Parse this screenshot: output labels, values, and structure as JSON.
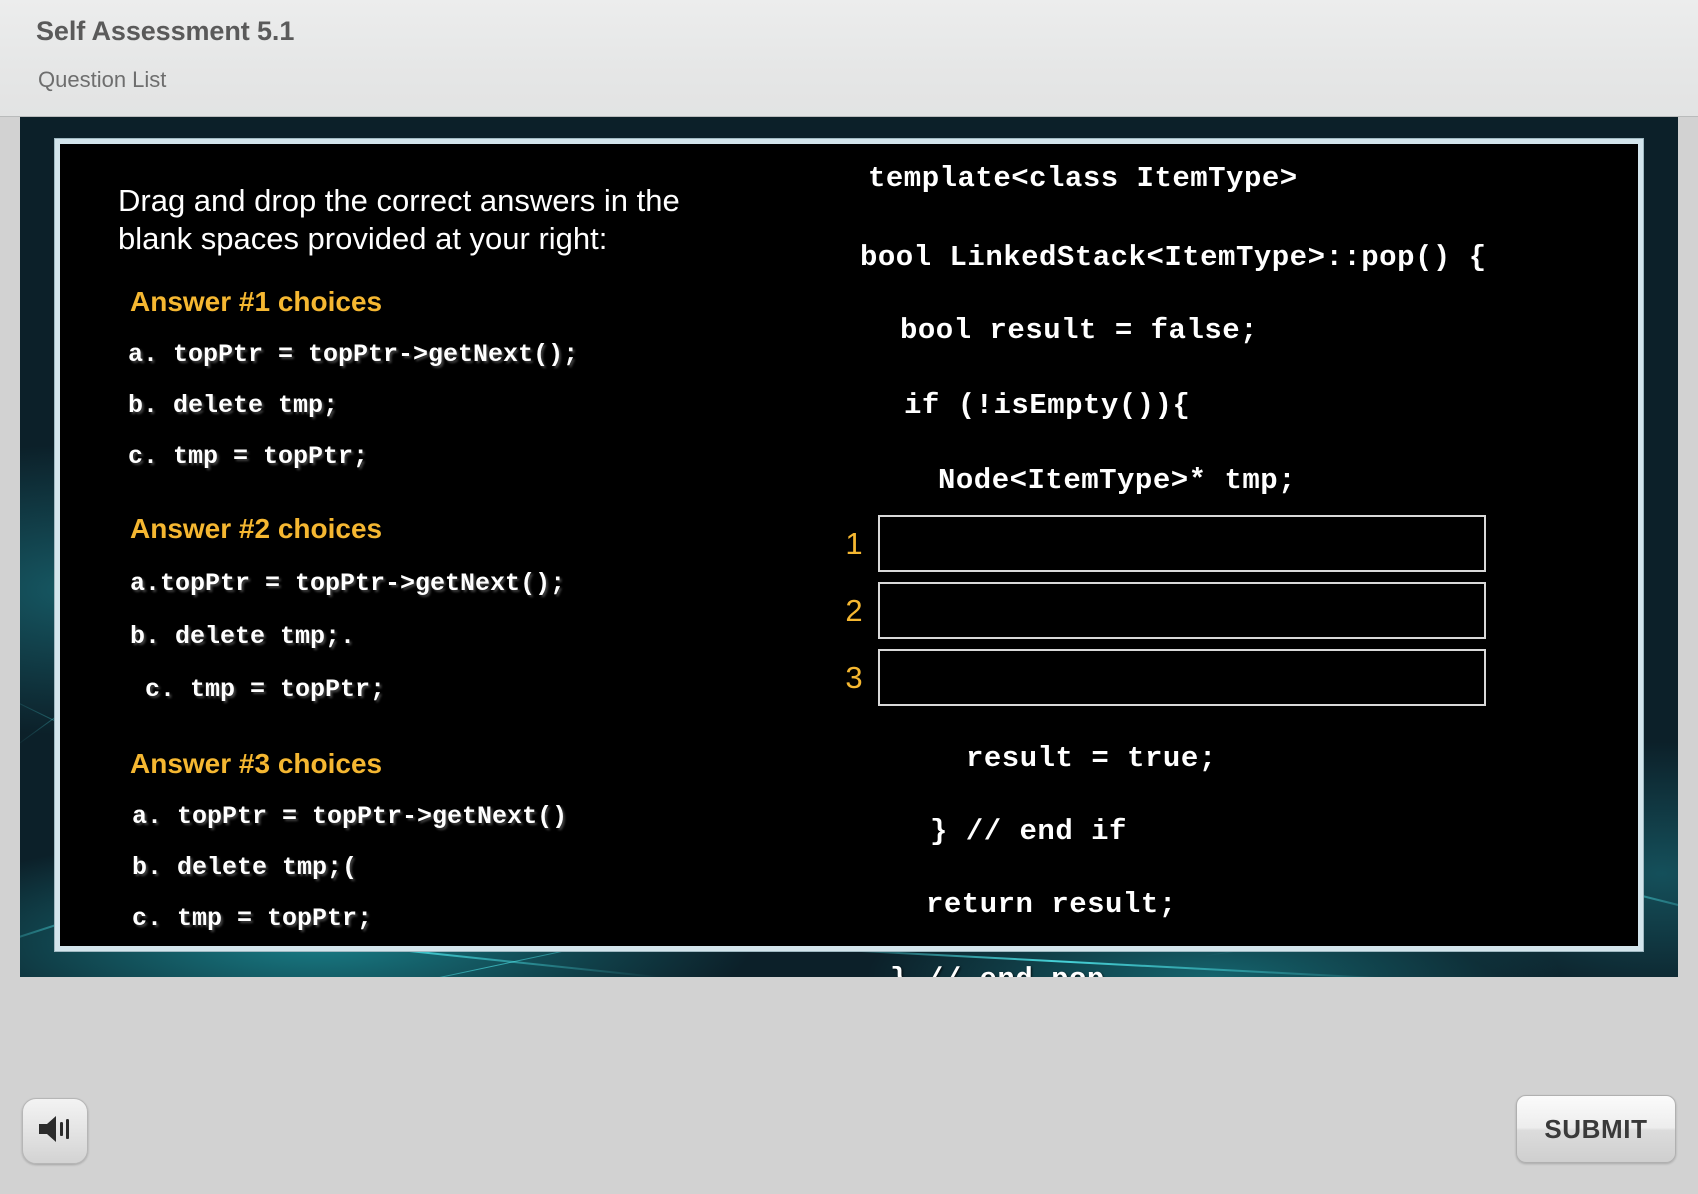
{
  "header": {
    "title": "Self Assessment 5.1",
    "subtitle": "Question List"
  },
  "question": {
    "prompt": "Drag and drop the correct answers in the blank spaces provided at your right:",
    "groups": [
      {
        "heading": "Answer #1 choices",
        "choices": [
          "a. topPtr = topPtr->getNext();",
          "b. delete tmp;",
          "c. tmp = topPtr;"
        ]
      },
      {
        "heading": "Answer #2 choices",
        "choices": [
          "a.topPtr = topPtr->getNext();",
          "b. delete tmp;.",
          " c. tmp = topPtr;"
        ]
      },
      {
        "heading": "Answer #3 choices",
        "choices": [
          "a. topPtr = topPtr->getNext()",
          "b. delete tmp;(",
          "c. tmp = topPtr;"
        ]
      }
    ]
  },
  "code": {
    "lines_before": [
      "template<class ItemType>",
      "bool LinkedStack<ItemType>::pop() {",
      "bool result = false;",
      "if (!isEmpty()){",
      "Node<ItemType>* tmp;"
    ],
    "dropzones": [
      {
        "number": "1",
        "value": ""
      },
      {
        "number": "2",
        "value": ""
      },
      {
        "number": "3",
        "value": ""
      }
    ],
    "lines_after": [
      "result = true;",
      "} // end if",
      "return result;",
      "} // end pop"
    ]
  },
  "footer": {
    "sound_icon": "speaker-icon",
    "submit_label": "SUBMIT"
  },
  "colors": {
    "accent_amber": "#f5b731",
    "stage_frame": "#0c2029",
    "stage_inner_border": "#d3e5ec",
    "page_background": "#d2d2d2",
    "code_text": "#ffffff"
  }
}
